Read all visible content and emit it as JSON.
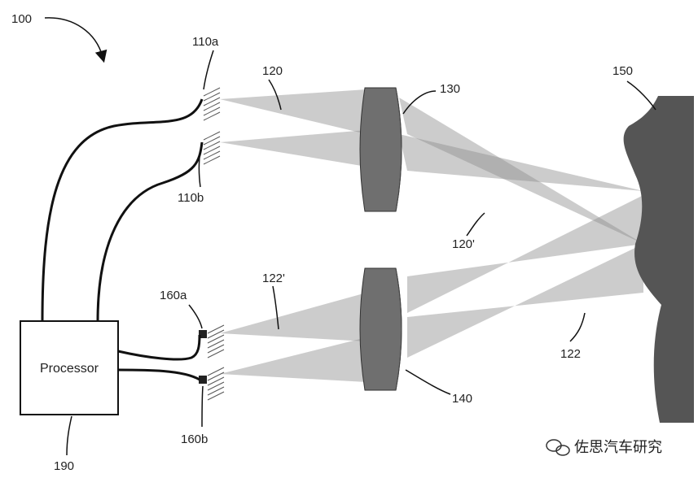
{
  "labels": {
    "system": "100",
    "emitter_a": "110a",
    "emitter_b": "110b",
    "beam_out": "120",
    "beam_out_reflected": "120'",
    "beam_in": "122",
    "beam_in_reflected": "122'",
    "lens_top": "130",
    "lens_bottom": "140",
    "target": "150",
    "detector_a": "160a",
    "detector_b": "160b",
    "processor_ref": "190",
    "processor_text": "Processor"
  },
  "watermark": {
    "text": "佐思汽车研究",
    "icon": "wechat-icon"
  },
  "colors": {
    "lens": "#6f6f6f",
    "target": "#555555",
    "beam": "#9a9a9a",
    "line": "#111111"
  }
}
